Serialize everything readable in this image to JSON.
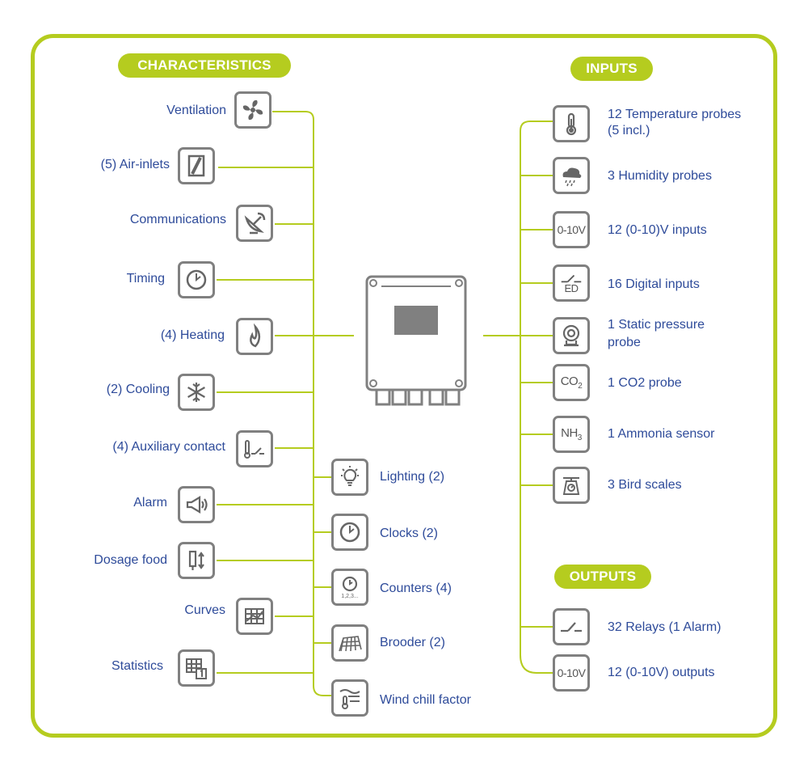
{
  "headings": {
    "characteristics": "CHARACTERISTICS",
    "inputs": "INPUTS",
    "outputs": "OUTPUTS"
  },
  "characteristics": [
    {
      "label": "Ventilation",
      "icon": "fan-icon"
    },
    {
      "label": "(5) Air-inlets",
      "icon": "air-inlet-icon"
    },
    {
      "label": "Communications",
      "icon": "satellite-dish-icon"
    },
    {
      "label": "Timing",
      "icon": "clock-icon"
    },
    {
      "label": "(4) Heating",
      "icon": "flame-icon"
    },
    {
      "label": "(2) Cooling",
      "icon": "snowflake-icon"
    },
    {
      "label": "(4) Auxiliary contact",
      "icon": "auxiliary-contact-icon"
    },
    {
      "label": "Alarm",
      "icon": "megaphone-icon"
    },
    {
      "label": "Dosage food",
      "icon": "dosage-icon"
    },
    {
      "label": "Curves",
      "icon": "grid-icon"
    },
    {
      "label": "Statistics",
      "icon": "statistics-icon"
    }
  ],
  "features": [
    {
      "label": "Lighting (2)",
      "icon": "light-bulb-icon"
    },
    {
      "label": "Clocks (2)",
      "icon": "clock-icon"
    },
    {
      "label": "Counters (4)",
      "icon": "counter-icon"
    },
    {
      "label": "Brooder (2)",
      "icon": "brooder-icon"
    },
    {
      "label": "Wind chill factor",
      "icon": "wind-chill-icon"
    }
  ],
  "inputs": [
    {
      "label_line1": "12 Temperature probes",
      "label_line2": "(5 incl.)",
      "icon": "thermometer-icon"
    },
    {
      "label": "3 Humidity probes",
      "icon": "humidity-cloud-icon"
    },
    {
      "label": "12 (0-10)V inputs",
      "icon": "voltage-icon",
      "icon_text": "0-10V"
    },
    {
      "label": "16 Digital inputs",
      "icon": "digital-input-icon",
      "icon_text": "ED"
    },
    {
      "label_line1": "1 Static pressure",
      "label_line2": "probe",
      "icon": "pressure-gauge-icon"
    },
    {
      "label": "1 CO2 probe",
      "icon": "co2-icon",
      "icon_text": "CO",
      "icon_sub": "2"
    },
    {
      "label": "1 Ammonia sensor",
      "icon": "nh3-icon",
      "icon_text": "NH",
      "icon_sub": "3"
    },
    {
      "label": "3 Bird scales",
      "icon": "scale-icon"
    }
  ],
  "outputs": [
    {
      "label": "32 Relays (1 Alarm)",
      "icon": "relay-switch-icon"
    },
    {
      "label": "12 (0-10V) outputs",
      "icon": "voltage-icon",
      "icon_text": "0-10V"
    }
  ],
  "colors": {
    "accent": "#b5cc1f",
    "text": "#2e4b9a",
    "icon_border": "#808080"
  }
}
